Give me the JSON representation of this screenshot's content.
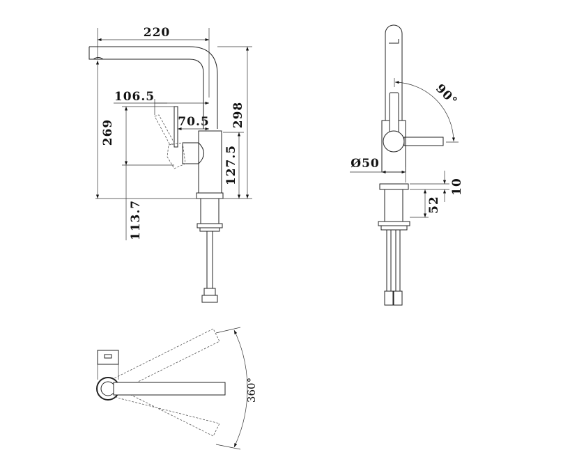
{
  "title": "Kitchen faucet technical drawing",
  "side_view": {
    "dimensions": {
      "spout_reach": "220",
      "total_height": "298",
      "spout_outlet_height": "269",
      "handle_reach": "106.5",
      "handle_offset": "70.5",
      "body_height": "127.5",
      "under_counter": "113.7"
    }
  },
  "front_view": {
    "dimensions": {
      "handle_rotation": "90°",
      "body_diameter": "Ø50",
      "base_ring": "10",
      "shank_height": "52"
    }
  },
  "top_view": {
    "dimensions": {
      "spout_swivel": "360°"
    }
  }
}
